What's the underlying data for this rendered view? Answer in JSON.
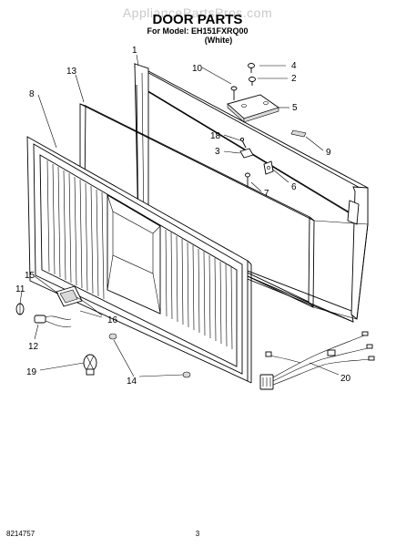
{
  "watermark": "AppliancePartsPros.com",
  "header": {
    "title": "DOOR PARTS",
    "model_line": "For Model: EH151FXRQ00",
    "color_line": "(White)"
  },
  "callouts": {
    "c1": "1",
    "c2": "2",
    "c3": "3",
    "c4": "4",
    "c5": "5",
    "c6": "6",
    "c7": "7",
    "c8": "8",
    "c9": "9",
    "c10": "10",
    "c11": "11",
    "c12": "12",
    "c13": "13",
    "c14": "14",
    "c15": "15",
    "c16": "16",
    "c18": "18",
    "c19": "19",
    "c20": "20"
  },
  "footer": {
    "doc_number": "8214757",
    "page_number": "3"
  }
}
